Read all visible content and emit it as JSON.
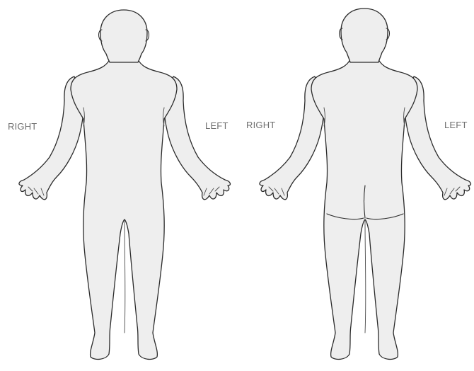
{
  "labels": {
    "front_right": "RIGHT",
    "front_left": "LEFT",
    "back_right": "RIGHT",
    "back_left": "LEFT"
  },
  "colors": {
    "body_fill": "#eeeeee",
    "outline": "#2b2b2b",
    "label_text": "#6f6f6f",
    "background": "#ffffff"
  }
}
